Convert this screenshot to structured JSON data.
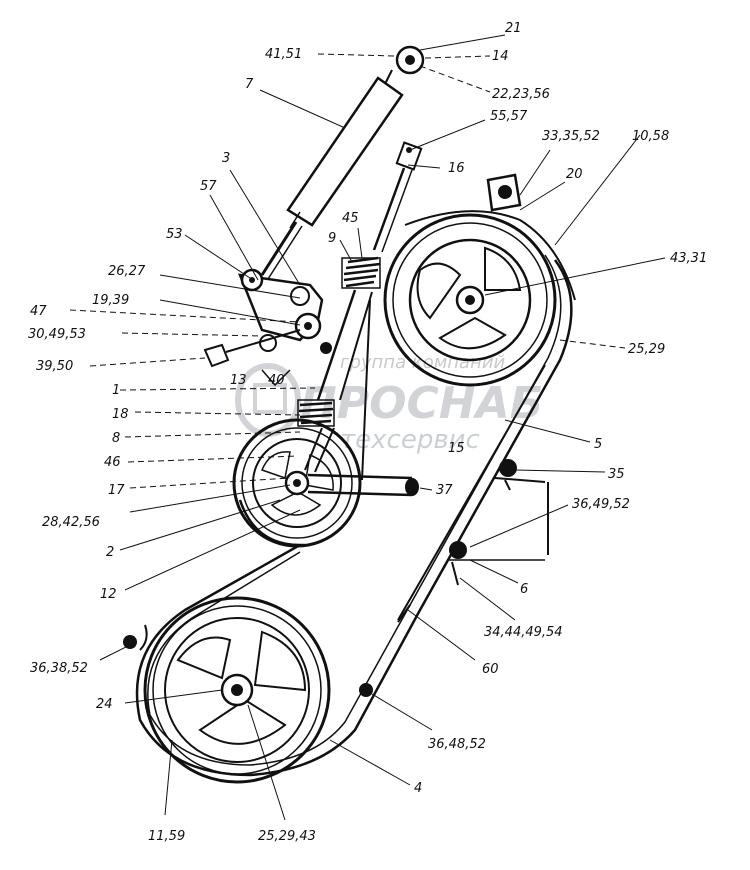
{
  "labels": {
    "l_21": "21",
    "l_4151": "41,51",
    "l_14": "14",
    "l_7": "7",
    "l_222356": "22,23,56",
    "l_5557": "55,57",
    "l_3": "3",
    "l_3335_52": "33,35,52",
    "l_1058": "10,58",
    "l_57": "57",
    "l_16": "16",
    "l_20": "20",
    "l_45": "45",
    "l_9": "9",
    "l_53": "53",
    "l_4331": "43,31",
    "l_2627": "26,27",
    "l_47": "47",
    "l_1939": "19,39",
    "l_304953": "30,49,53",
    "l_2529a": "25,29",
    "l_3950": "39,50",
    "l_13": "13",
    "l_40": "40",
    "l_1": "1",
    "l_18": "18",
    "l_5": "5",
    "l_8": "8",
    "l_15": "15",
    "l_46": "46",
    "l_35": "35",
    "l_17": "17",
    "l_37": "37",
    "l_2842": "28,42,56",
    "l_364952a": "36,49,52",
    "l_2": "2",
    "l_6": "6",
    "l_12": "12",
    "l_3444": "34,44,49,54",
    "l_363852": "36,38,52",
    "l_60": "60",
    "l_24": "24",
    "l_364852": "36,48,52",
    "l_4": "4",
    "l_1159": "11,59",
    "l_252943": "25,29,43"
  },
  "watermark": {
    "line1": "группа компаний",
    "line2": "ПРОСНАБ",
    "line3": "техсервис"
  }
}
